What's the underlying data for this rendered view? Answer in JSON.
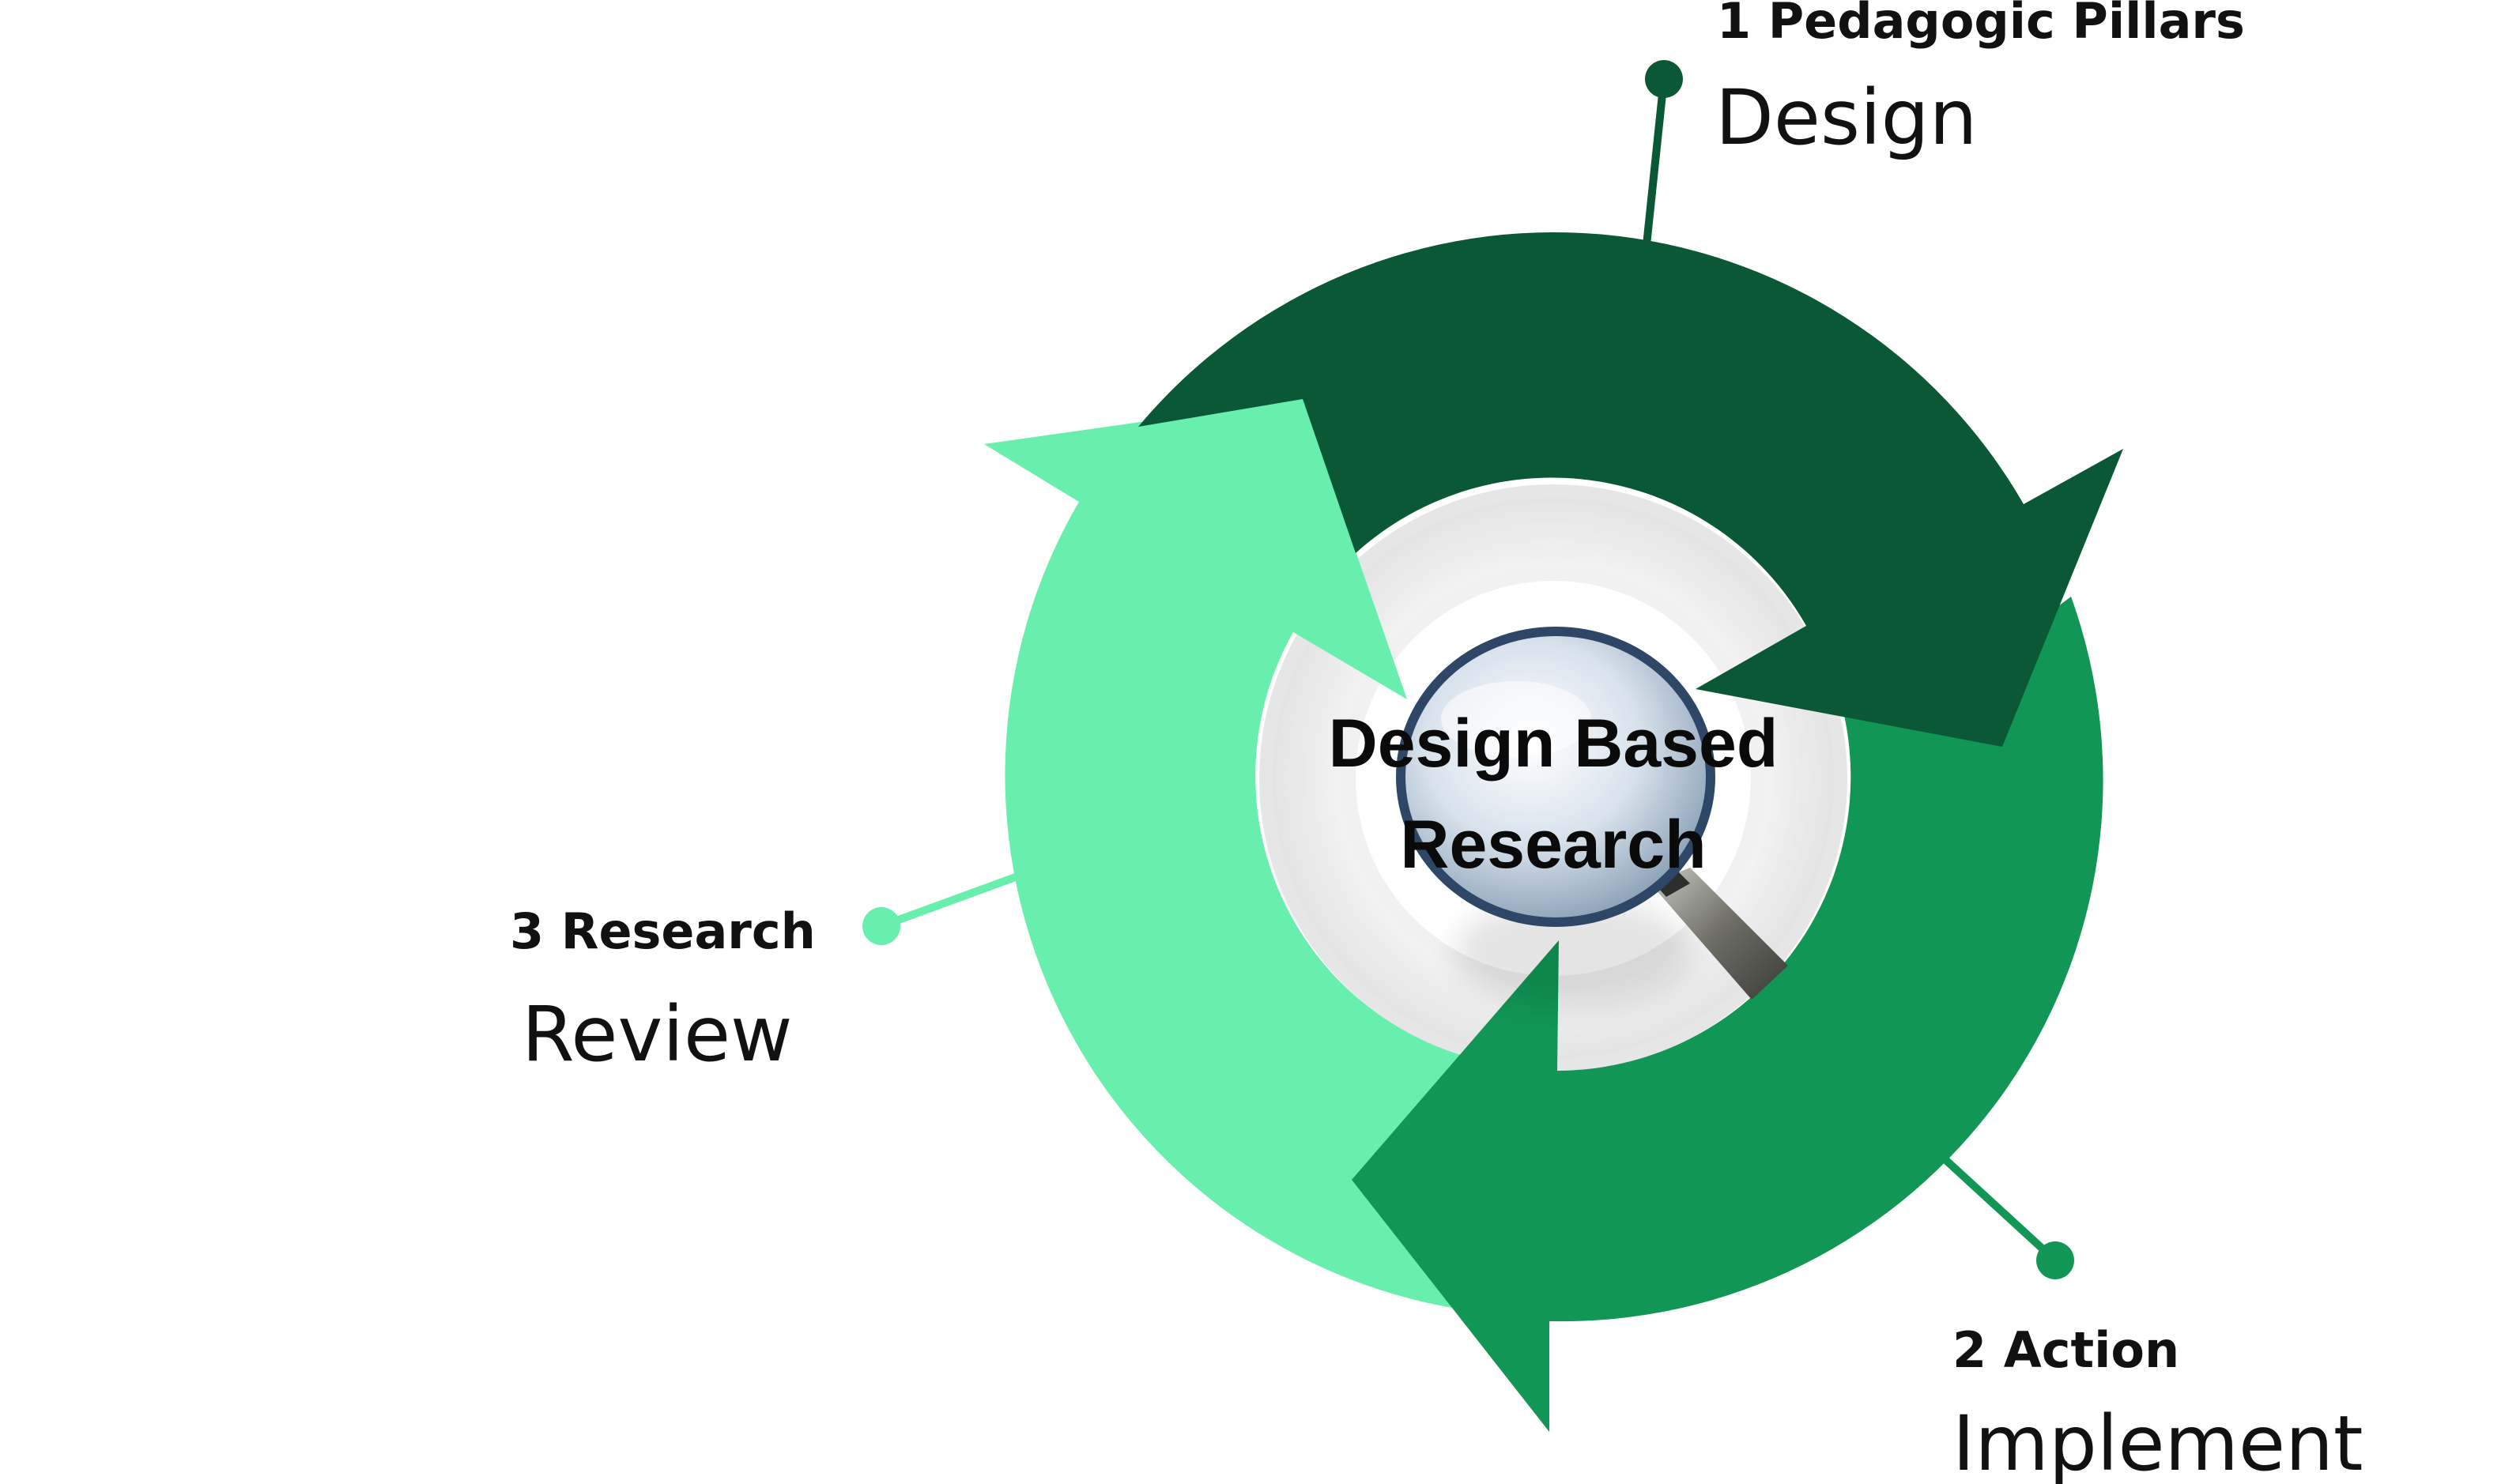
{
  "center": {
    "line1": "Design Based",
    "line2": "Research"
  },
  "steps": [
    {
      "number_label": "1 Pedagogic Pillars",
      "phase": "Design"
    },
    {
      "number_label": "2 Action",
      "phase": "Implement"
    },
    {
      "number_label": "3 Research",
      "phase": "Review"
    }
  ],
  "colors": {
    "design": "#0a5835",
    "implement": "#119655",
    "review": "#68efad",
    "text": "#111111"
  },
  "icons": {
    "center": "magnifying-glass-icon"
  }
}
